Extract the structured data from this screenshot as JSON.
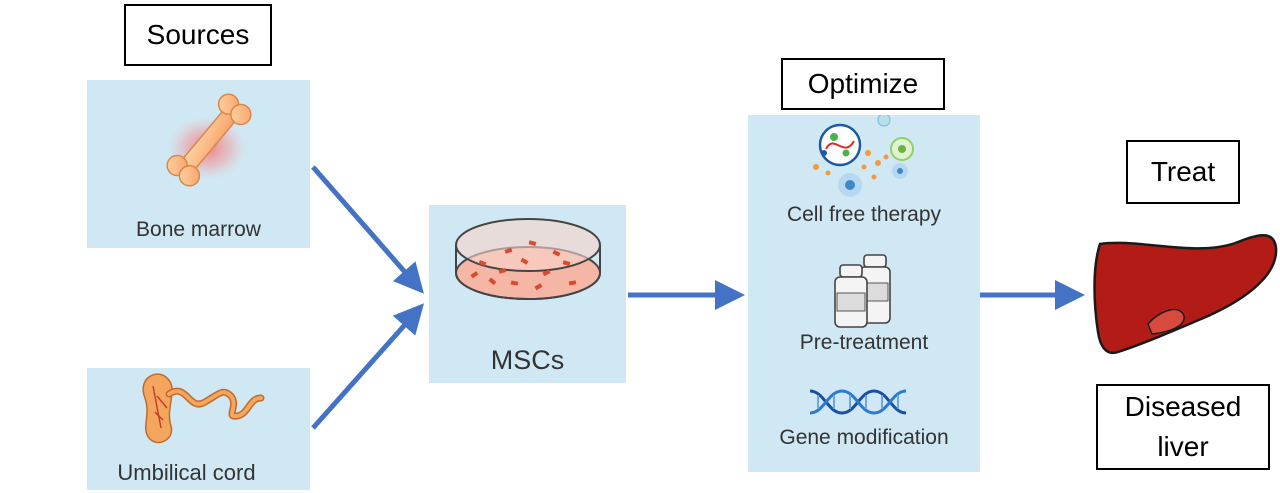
{
  "headers": {
    "sources": "Sources",
    "optimize": "Optimize",
    "treat": "Treat",
    "diseased_liver": [
      "Diseased",
      "liver"
    ]
  },
  "sources": {
    "bone_marrow": "Bone marrow",
    "umbilical_cord": "Umbilical cord"
  },
  "center": {
    "mscs": "MSCs"
  },
  "optimize_items": {
    "cell_free": "Cell free therapy",
    "pre_treatment": "Pre-treatment",
    "gene_modification": "Gene modification"
  },
  "colors": {
    "panel": "#cfe8f3",
    "arrow": "#4472c4",
    "liver": "#b31b17"
  }
}
